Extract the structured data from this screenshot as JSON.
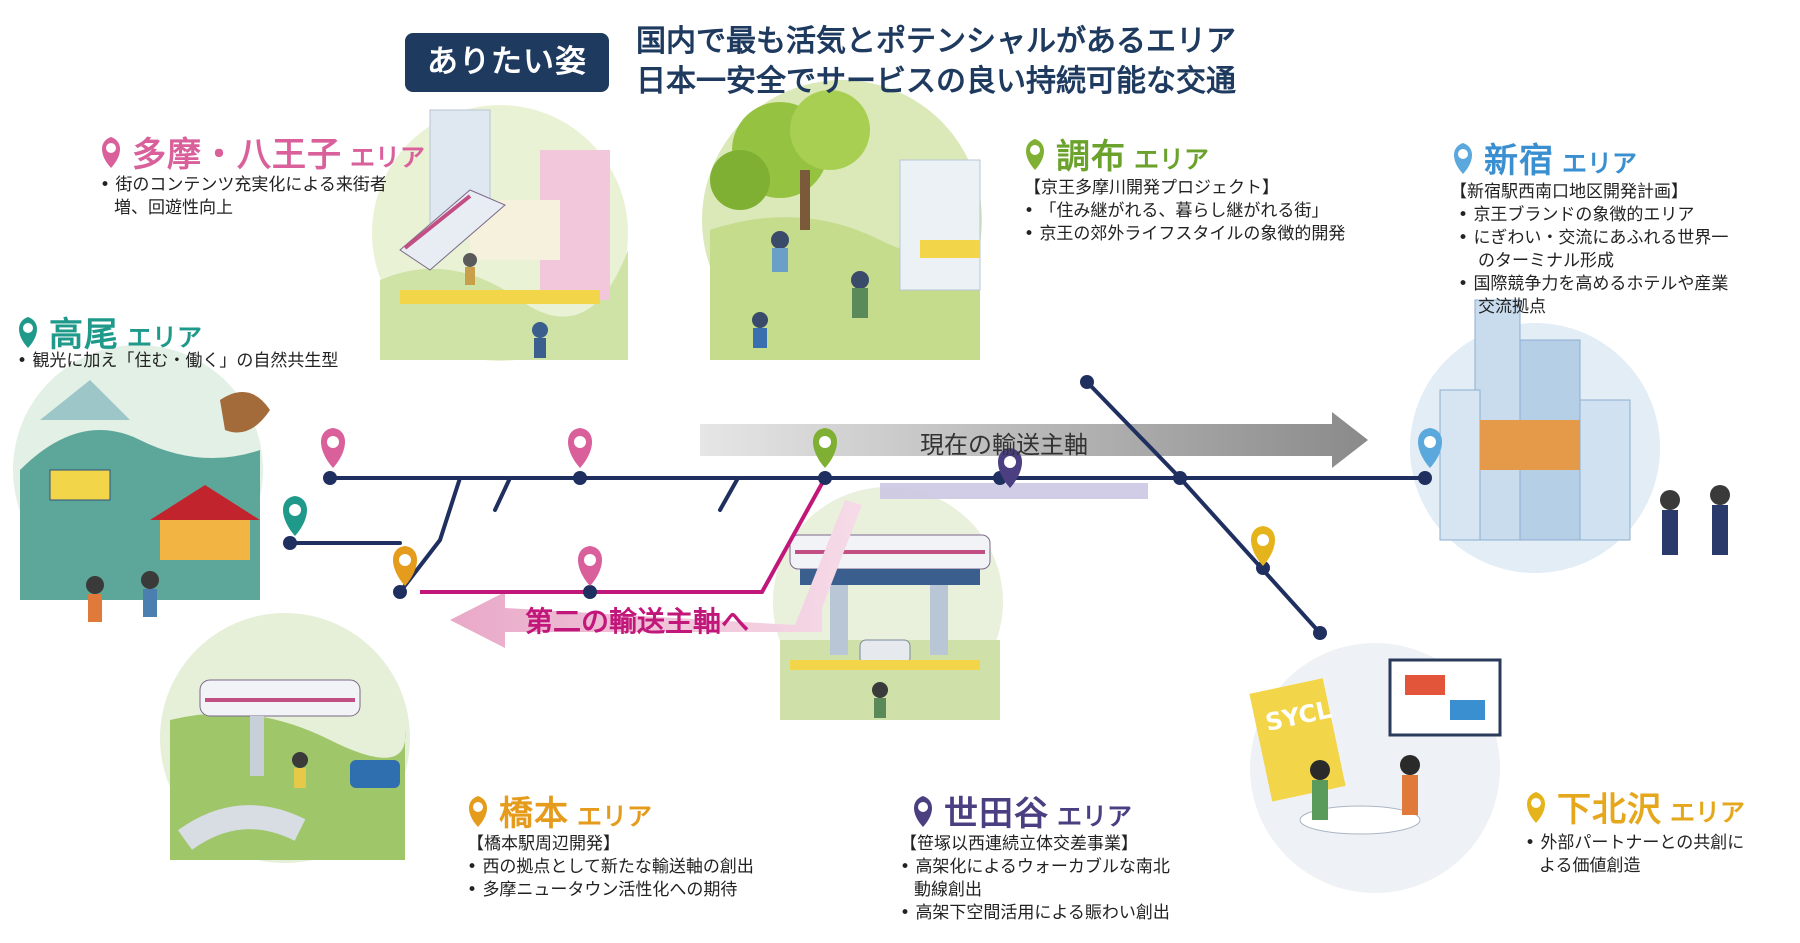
{
  "headline": {
    "badge": "ありたい姿",
    "line1": "国内で最も活気とポテンシャルがあるエリア",
    "line2": "日本一安全でサービスの良い持続可能な交通"
  },
  "axes": {
    "current_axis": "現在の輸送主軸",
    "second_axis": "第二の輸送主軸へ"
  },
  "areas": {
    "tama": {
      "name": "多摩・八王子",
      "suffix": "エリア",
      "color": "#d9609a",
      "notes": [
        "街のコンテンツ充実化による来街者",
        "増、回遊性向上"
      ]
    },
    "takao": {
      "name": "高尾",
      "suffix": "エリア",
      "color": "#1f9a8a",
      "notes": [
        "観光に加え「住む・働く」の自然共生型"
      ]
    },
    "chofu": {
      "name": "調布",
      "suffix": "エリア",
      "color": "#6aa22c",
      "project": "【京王多摩川開発プロジェクト】",
      "notes": [
        "「住み継がれる、暮らし継がれる街」",
        "京王の郊外ライフスタイルの象徴的開発"
      ]
    },
    "shinjuku": {
      "name": "新宿",
      "suffix": "エリア",
      "color": "#3a8fd0",
      "project": "【新宿駅西南口地区開発計画】",
      "notes": [
        "京王ブランドの象徴的エリア",
        "にぎわい・交流にあふれる世界一",
        "のターミナル形成",
        "国際競争力を高めるホテルや産業",
        "交流拠点"
      ]
    },
    "hashimoto": {
      "name": "橋本",
      "suffix": "エリア",
      "color": "#e59b1c",
      "project": "【橋本駅周辺開発】",
      "notes": [
        "西の拠点として新たな輸送軸の創出",
        "多摩ニュータウン活性化への期待"
      ]
    },
    "setagaya": {
      "name": "世田谷",
      "suffix": "エリア",
      "color": "#4b3f82",
      "project": "【笹塚以西連続立体交差事業】",
      "notes": [
        "高架化によるウォーカブルな南北",
        "動線創出",
        "高架下空間活用による賑わい創出"
      ]
    },
    "shimokitazawa": {
      "name": "下北沢",
      "suffix": "エリア",
      "color": "#e5a71c",
      "notes": [
        "外部パートナーとの共創に",
        "よる価値創造"
      ]
    }
  },
  "illustration_labels": {
    "sycl_sign": "SYCL"
  },
  "colors": {
    "navy": "#1f3a5f",
    "line": "#1f2f5f",
    "magenta": "#c2177a",
    "pink_arrow": "#ecb8d2",
    "gray_arrow": "#8e8e8e"
  }
}
